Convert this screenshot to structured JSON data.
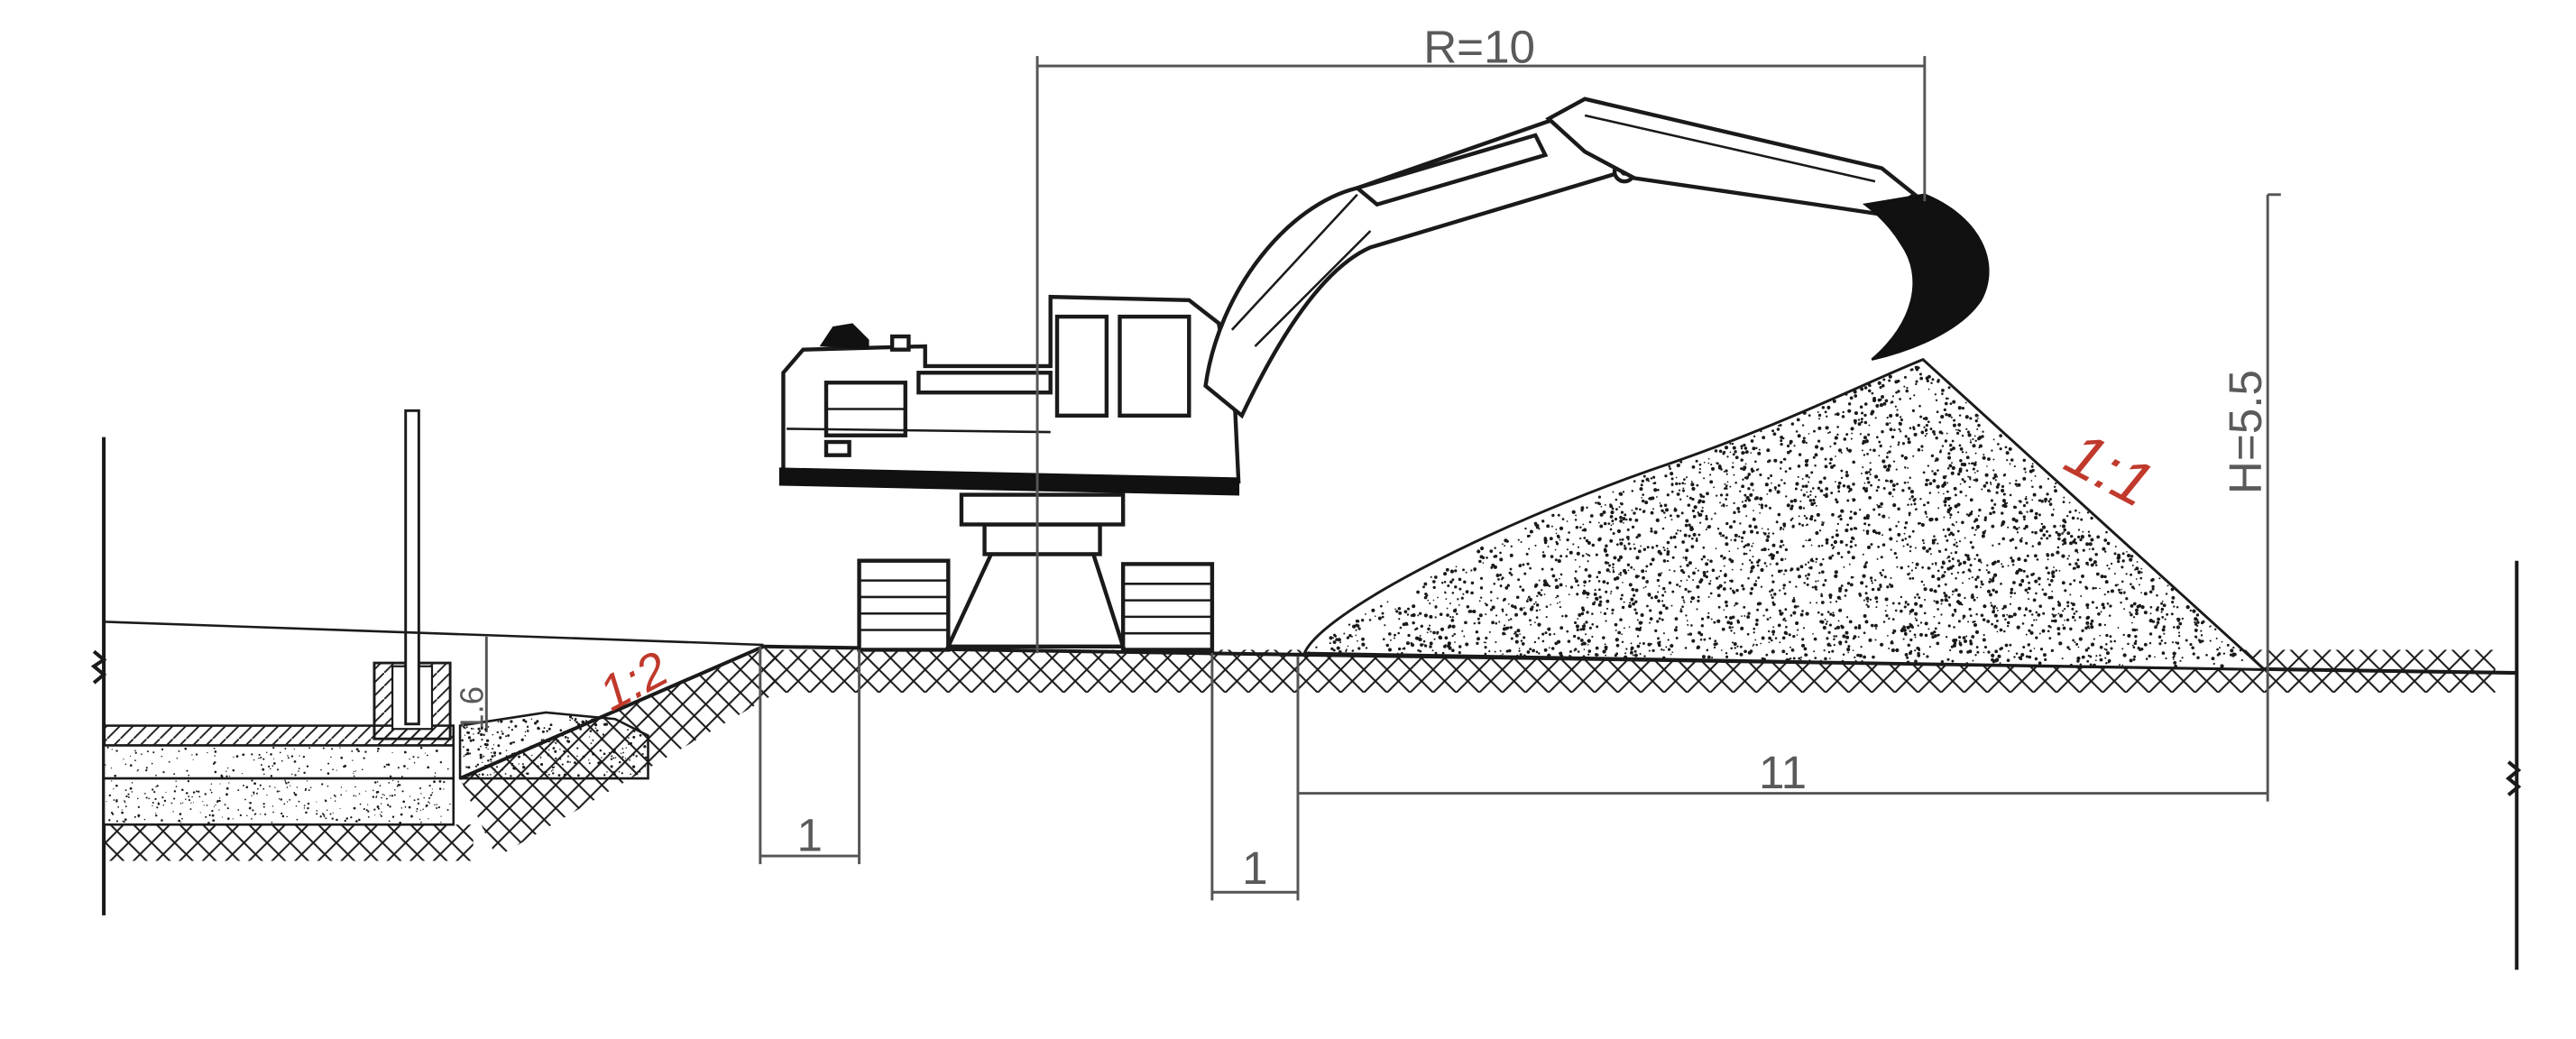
{
  "diagram": {
    "kind": "excavator earthwork cross-section",
    "labels": {
      "reach": "R=10",
      "height": "H=5.5",
      "dump_width": "11",
      "offset_left": "1",
      "offset_right": "1",
      "wall_height": "1.6",
      "slope_trench": "1:2",
      "slope_pile": "1:1"
    },
    "colors": {
      "line": "#1a1a1a",
      "dimension": "#555555",
      "slope_label": "#c0392b",
      "bucket": "#111111"
    },
    "icons": [
      "excavator-icon",
      "break-line-icon"
    ]
  }
}
